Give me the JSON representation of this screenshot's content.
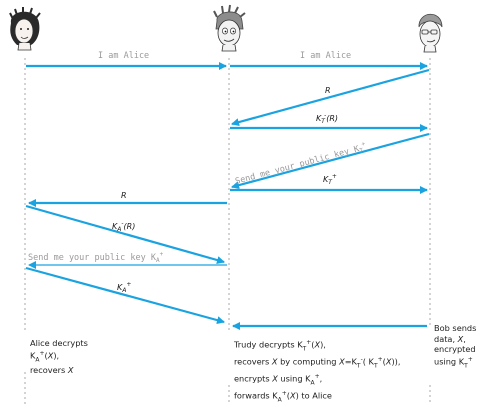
{
  "actors": [
    {
      "id": "alice",
      "icon": "alice-face-icon"
    },
    {
      "id": "trudy",
      "icon": "trudy-face-icon"
    },
    {
      "id": "bob",
      "icon": "bob-face-icon"
    }
  ],
  "messages": {
    "m1": "I am Alice",
    "m2": "I am Alice",
    "m3": "R",
    "m4": "K_T^-(R)",
    "m5": "Send me your public key K_T^+",
    "m6": "K_T^+",
    "m7": "R",
    "m8": "K_A^-(R)",
    "m9": "Send me your public key K_A^+",
    "m10": "K_A^+"
  },
  "notes": {
    "alice": "Alice decrypts\nK_A^+(X),\nrecovers X",
    "trudy": "Trudy decrypts K_T^+(X),\nrecovers X by computing X=K_T^-( K_T^+(X)),\nencrypts X using K_A^+,\nforwards K_A^+(X) to Alice",
    "bob": "Bob sends\ndata, X,\nencrypted\nusing K_T^+"
  },
  "colors": {
    "arrow": "#1aa3e0",
    "lifeline": "#b8b8b8",
    "mono_text": "#9a9a9a"
  }
}
